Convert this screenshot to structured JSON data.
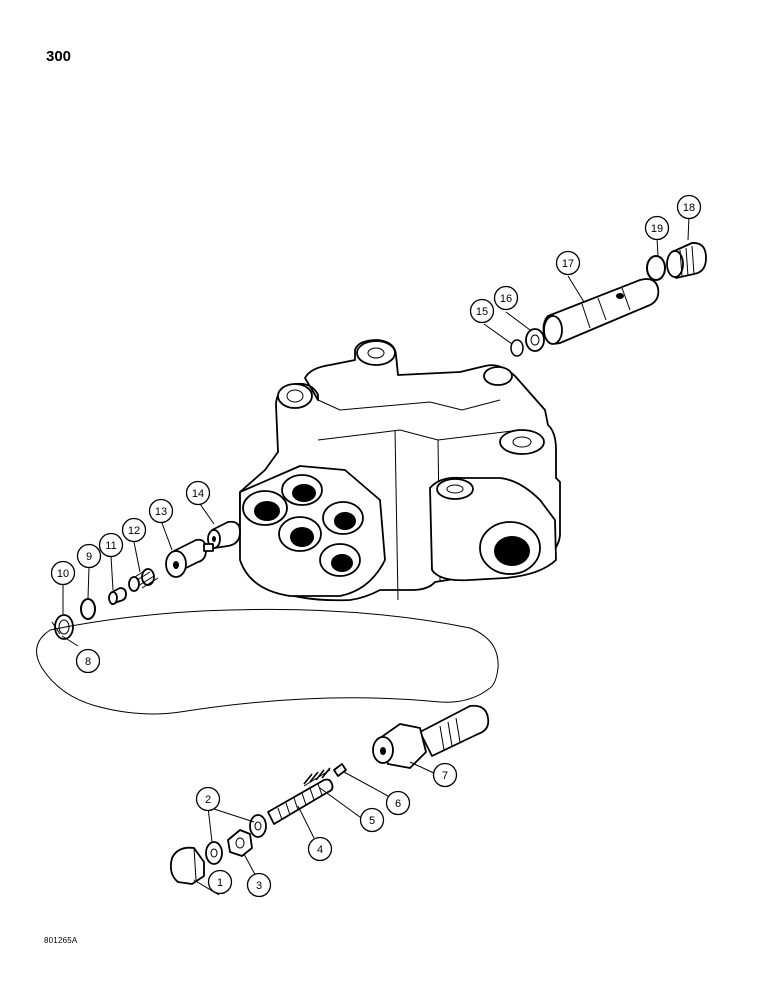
{
  "page_number": "300",
  "figure_code": "801265A",
  "callouts": [
    {
      "id": "c1",
      "label": "1"
    },
    {
      "id": "c2",
      "label": "2"
    },
    {
      "id": "c3",
      "label": "3"
    },
    {
      "id": "c4",
      "label": "4"
    },
    {
      "id": "c5",
      "label": "5"
    },
    {
      "id": "c6",
      "label": "6"
    },
    {
      "id": "c7",
      "label": "7"
    },
    {
      "id": "c8",
      "label": "8"
    },
    {
      "id": "c9",
      "label": "9"
    },
    {
      "id": "c10",
      "label": "10"
    },
    {
      "id": "c11",
      "label": "11"
    },
    {
      "id": "c12",
      "label": "12"
    },
    {
      "id": "c13",
      "label": "13"
    },
    {
      "id": "c14",
      "label": "14"
    },
    {
      "id": "c15",
      "label": "15"
    },
    {
      "id": "c16",
      "label": "16"
    },
    {
      "id": "c17",
      "label": "17"
    },
    {
      "id": "c18",
      "label": "18"
    },
    {
      "id": "c19",
      "label": "19"
    }
  ]
}
